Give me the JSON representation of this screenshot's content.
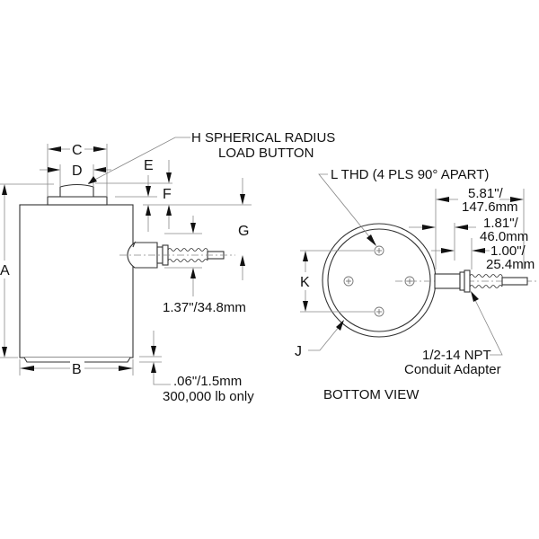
{
  "diagram": {
    "type": "technical-drawing",
    "subject": "load cell dimensional drawing",
    "side_view": {
      "dimension_labels": {
        "A": "A",
        "B": "B",
        "C": "C",
        "D": "D",
        "E": "E",
        "F": "F",
        "G": "G"
      },
      "callout_load_button_line1": "H SPHERICAL RADIUS",
      "callout_load_button_line2": "LOAD BUTTON",
      "cable_dimension": "1.37\"/34.8mm",
      "base_recess_line1": ".06\"/1.5mm",
      "base_recess_line2": "300,000 lb only"
    },
    "bottom_view": {
      "title": "BOTTOM VIEW",
      "thread_callout": "L THD (4 PLS 90° APART)",
      "dim_overall_line1": "5.81\"/",
      "dim_overall_line2": "147.6mm",
      "dim_mid_line1": "1.81\"/",
      "dim_mid_line2": "46.0mm",
      "dim_small_line1": "1.00\"/",
      "dim_small_line2": "25.4mm",
      "K": "K",
      "J": "J",
      "conduit_line1": "1/2-14 NPT",
      "conduit_line2": "Conduit Adapter"
    }
  }
}
